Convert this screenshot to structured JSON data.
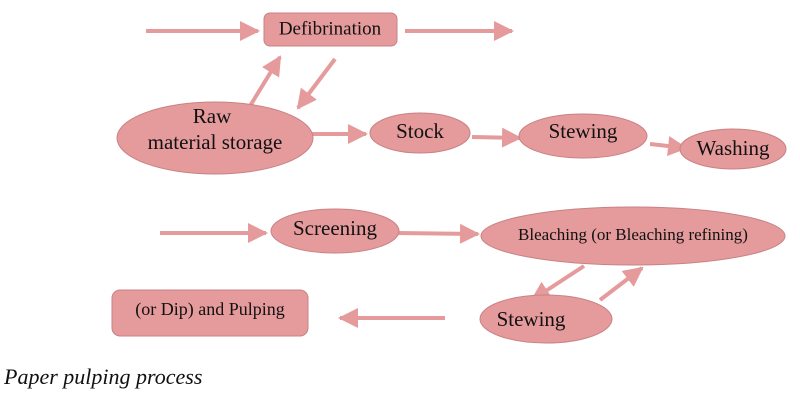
{
  "diagram": {
    "colors": {
      "node_fill": "#e59a9c",
      "arrow": "#e59a9c"
    },
    "nodes": {
      "defibrination": "Defibrination",
      "raw_line1": "Raw",
      "raw_line2": "material storage",
      "stock": "Stock",
      "stewing_top": "Stewing",
      "washing": "Washing",
      "screening": "Screening",
      "bleaching": "Bleaching (or Bleaching refining)",
      "stewing_bottom": "Stewing",
      "dip_pulping": "(or Dip) and Pulping"
    }
  },
  "caption": "Paper pulping process"
}
